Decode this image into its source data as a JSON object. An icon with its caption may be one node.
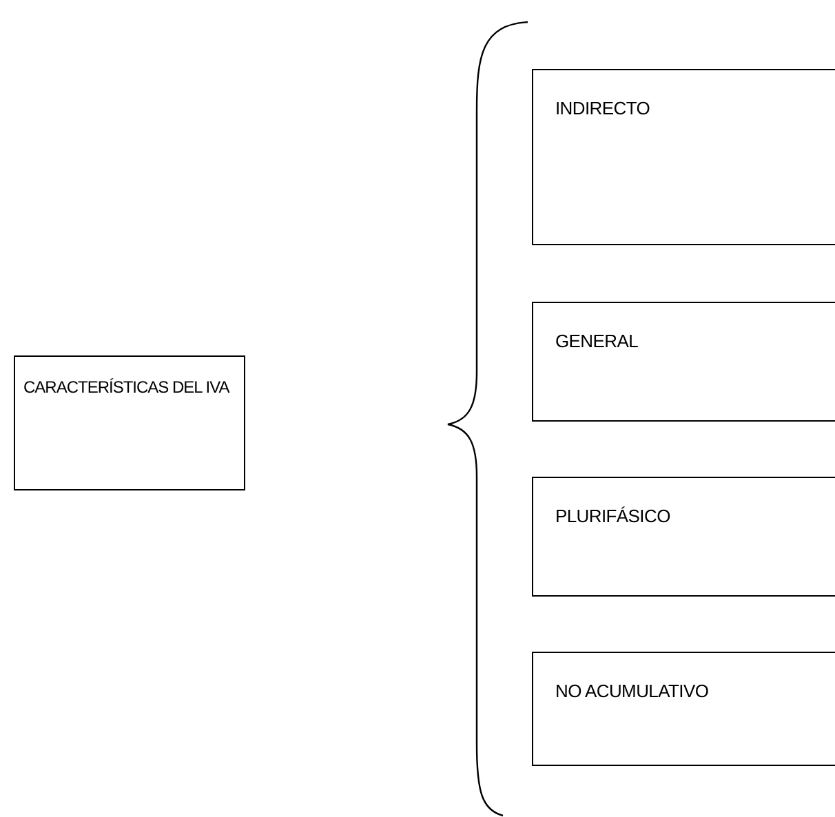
{
  "diagram": {
    "nodes": [
      {
        "text": [
          "CARACTERÍSTICAS DEL IVA"
        ]
      },
      {
        "text": [
          "INDIRECTO"
        ]
      },
      {
        "text": [
          "GENERAL"
        ]
      },
      {
        "text": [
          "PLURIFÁSICO"
        ]
      },
      {
        "text": [
          "NO ACUMULATIVO"
        ]
      }
    ]
  }
}
